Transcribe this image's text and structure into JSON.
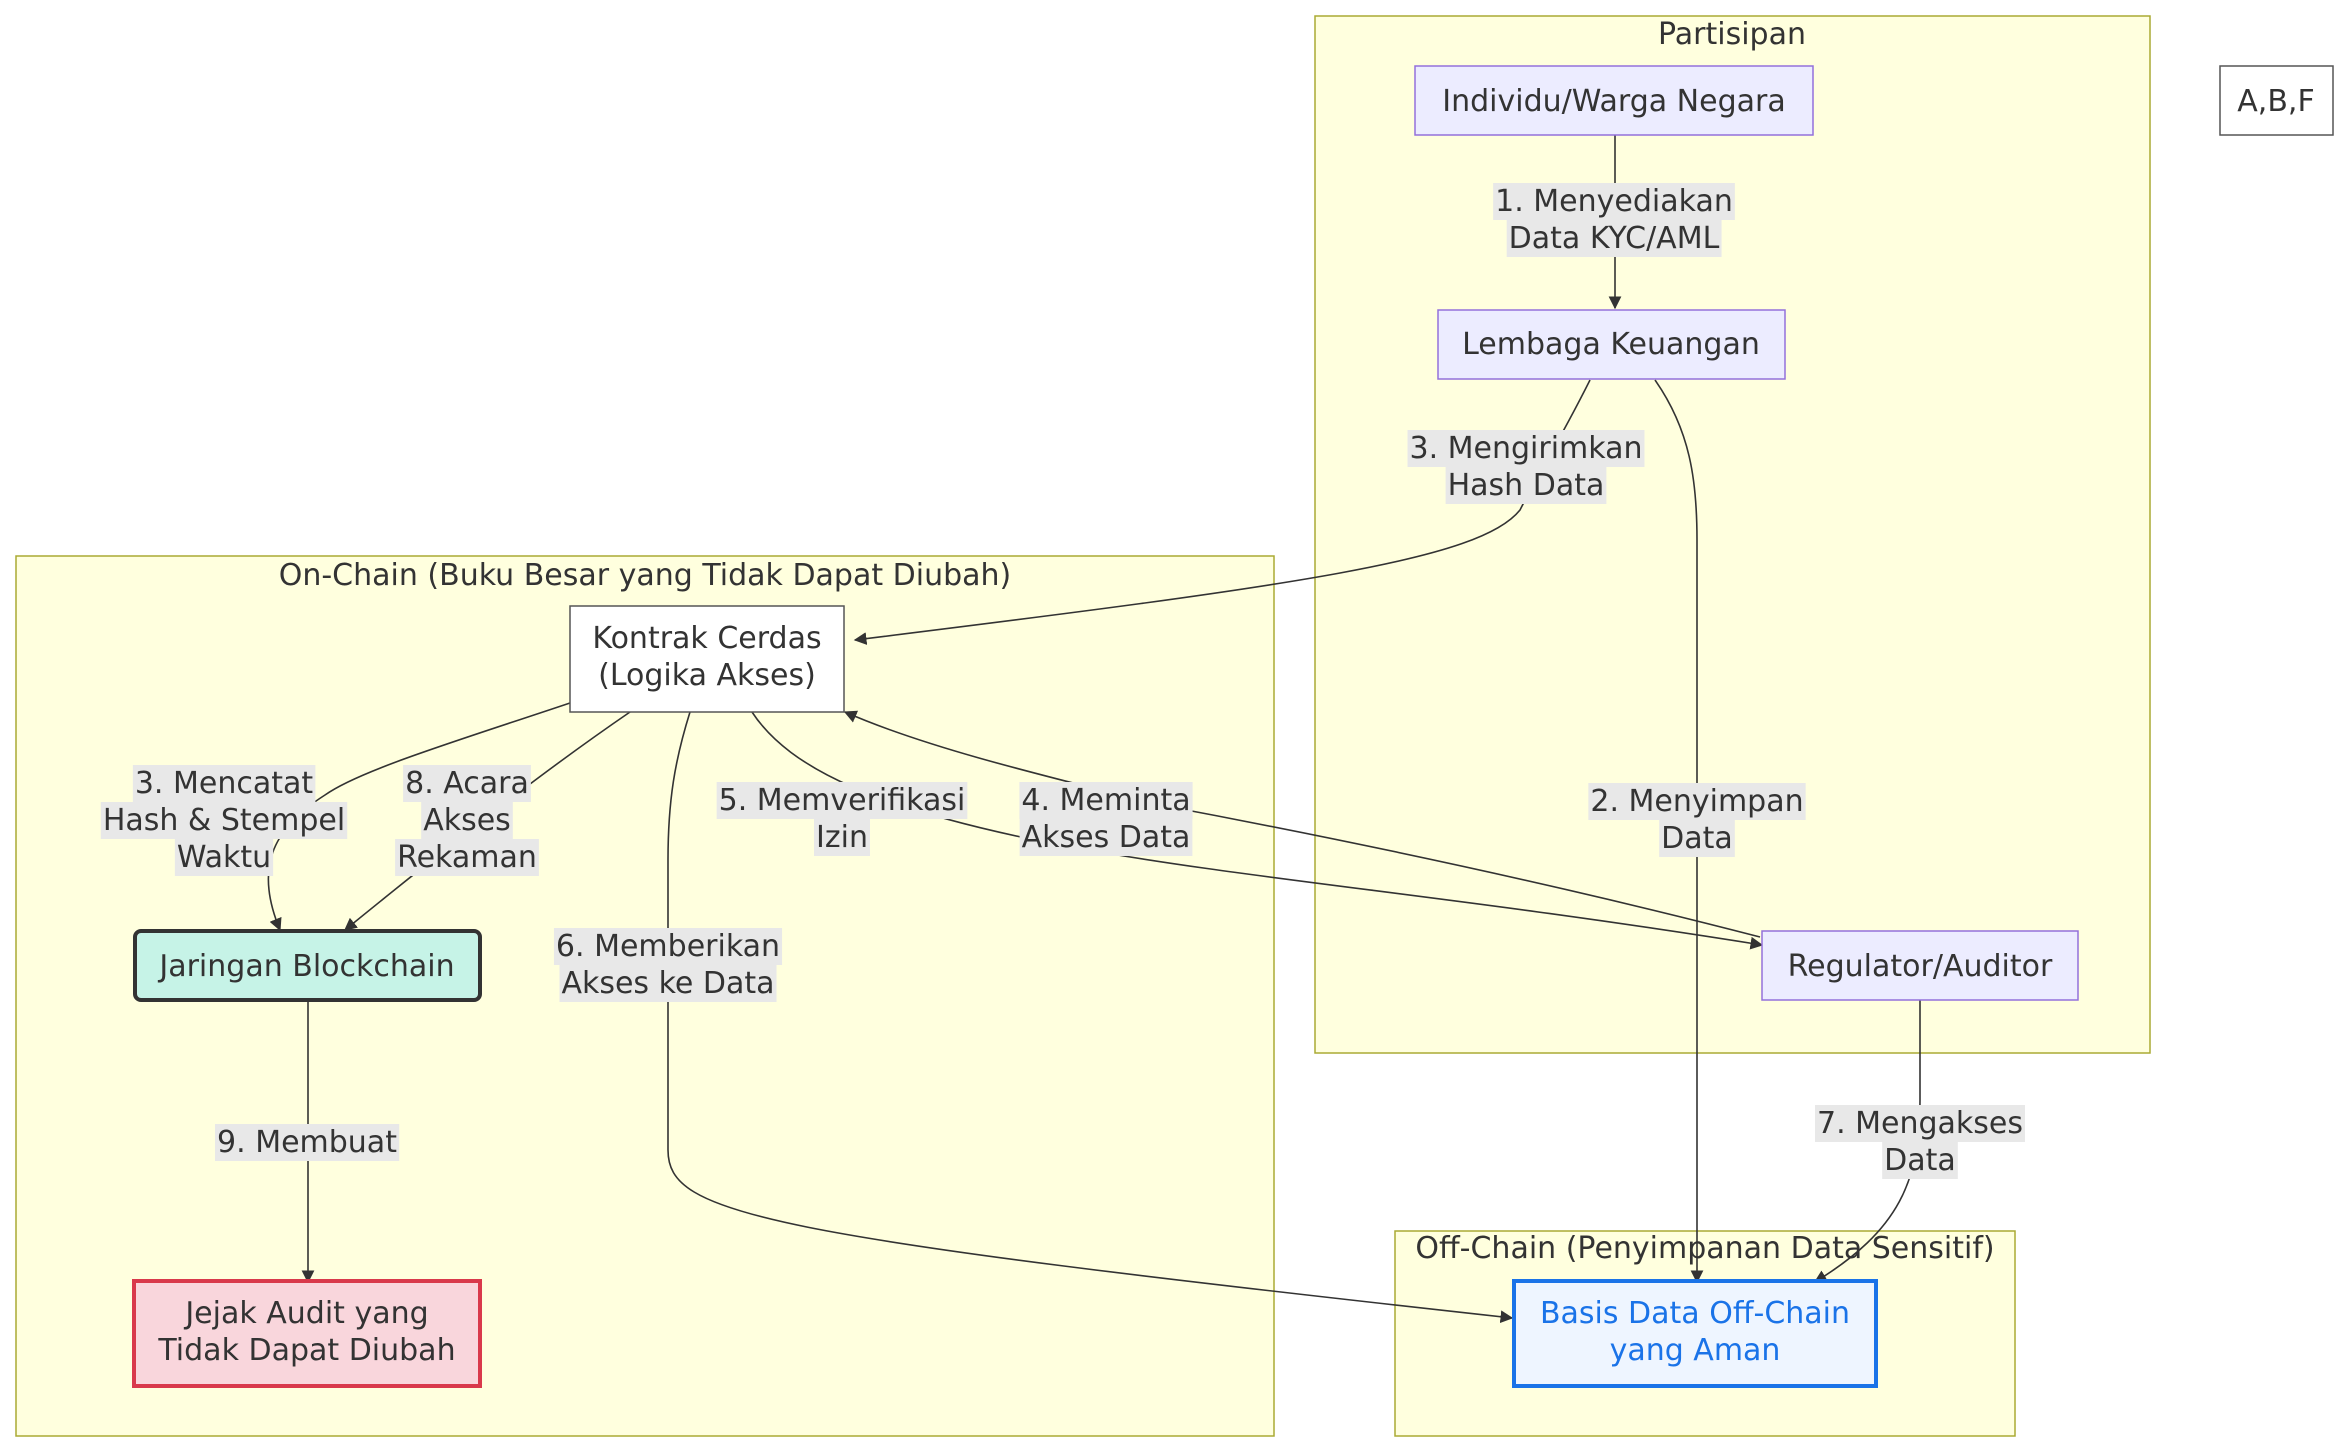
{
  "colors": {
    "cluster_fill": "#ffffde",
    "cluster_stroke": "#aaaa33",
    "participant_fill": "#ececff",
    "participant_stroke": "#9370db",
    "blockchain_fill": "#c6f3e7",
    "audit_fill": "#f9d6dc",
    "audit_stroke": "#d9394b",
    "database_fill": "#eef5ff",
    "database_stroke": "#1a73e8",
    "database_text": "#1a73e8",
    "edge": "#333333",
    "edge_label_bg": "#e8e8e8"
  },
  "clusters": {
    "participants": {
      "title": "Partisipan"
    },
    "onchain": {
      "title": "On-Chain (Buku Besar yang Tidak Dapat Diubah)"
    },
    "offchain": {
      "title": "Off-Chain (Penyimpanan Data Sensitif)"
    }
  },
  "nodes": {
    "individual": {
      "lines": [
        "Individu/Warga Negara"
      ]
    },
    "institution": {
      "lines": [
        "Lembaga Keuangan"
      ]
    },
    "regulator": {
      "lines": [
        "Regulator/Auditor"
      ]
    },
    "smart_contract": {
      "lines": [
        "Kontrak Cerdas",
        "(Logika Akses)"
      ]
    },
    "blockchain": {
      "lines": [
        "Jaringan Blockchain"
      ]
    },
    "audit_trail": {
      "lines": [
        "Jejak Audit yang",
        "Tidak Dapat Diubah"
      ]
    },
    "database": {
      "lines": [
        "Basis Data Off-Chain",
        "yang Aman"
      ]
    },
    "floating": {
      "lines": [
        "A,B,F"
      ]
    }
  },
  "edges": {
    "e1": {
      "lines": [
        "1. Menyediakan",
        "Data KYC/AML"
      ]
    },
    "e2": {
      "lines": [
        "2. Menyimpan",
        "Data"
      ]
    },
    "e3a": {
      "lines": [
        "3. Mengirimkan",
        "Hash Data"
      ]
    },
    "e3b": {
      "lines": [
        "3. Mencatat",
        "Hash & Stempel",
        "Waktu"
      ]
    },
    "e4": {
      "lines": [
        "4. Meminta",
        "Akses Data"
      ]
    },
    "e5": {
      "lines": [
        "5. Memverifikasi",
        "Izin"
      ]
    },
    "e6": {
      "lines": [
        "6. Memberikan",
        "Akses ke Data"
      ]
    },
    "e7": {
      "lines": [
        "7. Mengakses",
        "Data"
      ]
    },
    "e8": {
      "lines": [
        "8. Acara",
        "Akses",
        "Rekaman"
      ]
    },
    "e9": {
      "lines": [
        "9. Membuat"
      ]
    }
  }
}
